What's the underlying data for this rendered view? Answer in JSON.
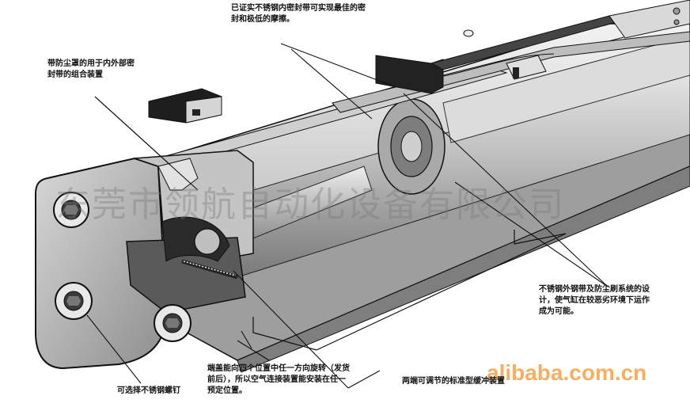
{
  "annotations": {
    "top_label": "已证实不锈钢内密封带可实现最佳的密\n封和极低的摩擦。",
    "left_label": "带防尘罩的用于内外部密\n封带的组合装置",
    "right_label": "不锈钢外钢带及防尘刷系统的设\n计，使气缸在较恶劣环境下运作\n成为可能。",
    "bottom_center_label": "端盖能向四个位置中任一方向旋转（发货\n前后），所以空气连接装置能安装在任一\n预定位置。",
    "bottom_left_label": "可选择不锈钢螺钉",
    "bottom_right_label": "两端可调节的标准型缓冲装置"
  },
  "watermark": {
    "company": "东莞市领航自动化设备有限公司",
    "site": "alibaba.com.cn"
  }
}
